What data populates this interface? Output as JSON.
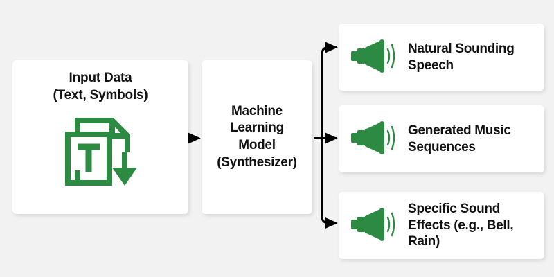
{
  "theme": {
    "background": "#f2f2f2",
    "card_background": "#ffffff",
    "accent_green": "#2d8a42",
    "text_color": "#111111",
    "connector_color": "#000000"
  },
  "input": {
    "title_line_1": "Input Data",
    "title_line_2": "(Text, Symbols)",
    "icon": "text-document-download-icon"
  },
  "model": {
    "title_line_1": "Machine",
    "title_line_2": "Learning",
    "title_line_3": "Model",
    "title_line_4": "(Synthesizer)"
  },
  "outputs": [
    {
      "icon": "speaker-megaphone-icon",
      "label_line_1": "Natural Sounding",
      "label_line_2": "Speech"
    },
    {
      "icon": "speaker-megaphone-icon",
      "label_line_1": "Generated Music",
      "label_line_2": "Sequences"
    },
    {
      "icon": "speaker-megaphone-icon",
      "label_line_1": "Specific Sound",
      "label_line_2": "Effects (e.g., Bell,",
      "label_line_3": "Rain)"
    }
  ],
  "connectors": {
    "input_to_model": "arrow-right",
    "model_to_outputs": "branching-arrow-right-three-way"
  }
}
